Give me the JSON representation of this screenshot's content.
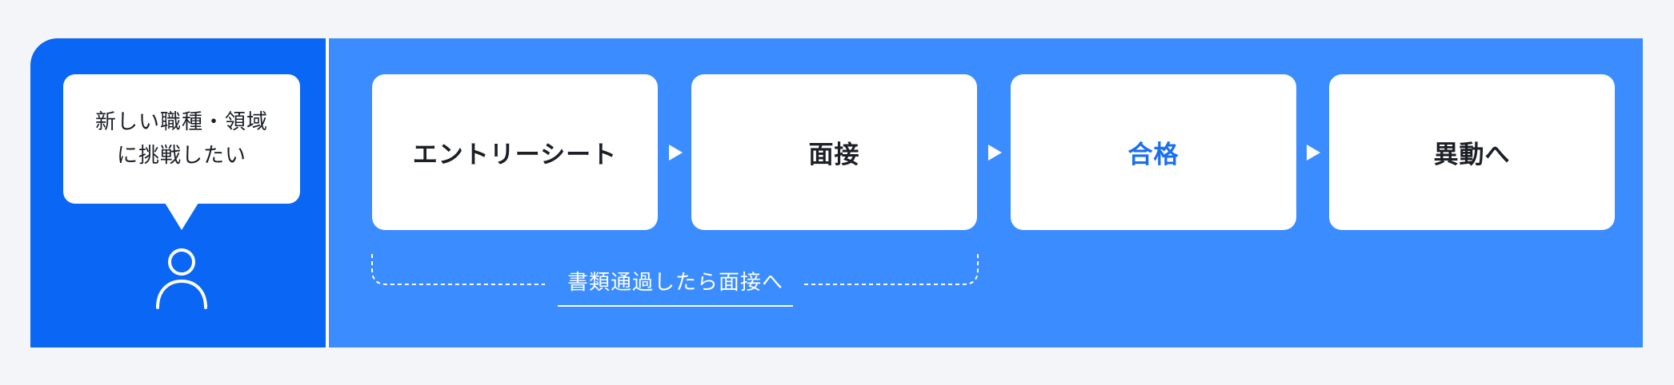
{
  "speech_bubble": {
    "line1": "新しい職種・領域",
    "line2": "に挑戦したい"
  },
  "steps": [
    {
      "label": "エントリーシート",
      "highlight": false
    },
    {
      "label": "面接",
      "highlight": false
    },
    {
      "label": "合格",
      "highlight": true
    },
    {
      "label": "異動へ",
      "highlight": false
    }
  ],
  "note": {
    "text": "書類通過したら面接へ"
  },
  "colors": {
    "left_panel": "#0a66f5",
    "right_panel": "#3b8cff",
    "highlight_text": "#1a6ef0",
    "background": "#f3f5f9"
  },
  "icons": [
    "person-icon",
    "arrow-right-icon"
  ]
}
